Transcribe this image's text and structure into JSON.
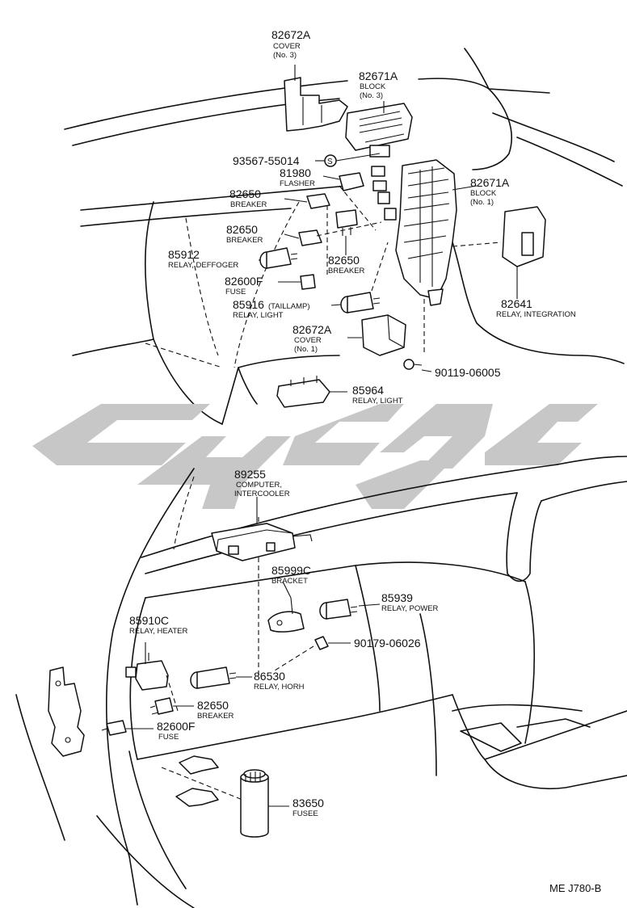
{
  "diagram_ref": "ME J780-B",
  "watermark": "",
  "parts": [
    {
      "id": "cover-no3",
      "number": "82672A",
      "name": [
        "COVER",
        "(No. 3)"
      ]
    },
    {
      "id": "block-no3",
      "number": "82671A",
      "name": [
        "BLOCK",
        "(No. 3)"
      ]
    },
    {
      "id": "screw",
      "number": "93567-55014",
      "name": []
    },
    {
      "id": "flasher",
      "number": "81980",
      "name": [
        "FLASHER"
      ]
    },
    {
      "id": "block-no1",
      "number": "82671A",
      "name": [
        "BLOCK",
        "(No. 1)"
      ]
    },
    {
      "id": "breaker-1",
      "number": "82650",
      "name": [
        "BREAKER"
      ]
    },
    {
      "id": "breaker-2",
      "number": "82650",
      "name": [
        "BREAKER"
      ]
    },
    {
      "id": "relay-deffoger",
      "number": "85912",
      "name": [
        "RELAY, DEFFOGER"
      ]
    },
    {
      "id": "breaker-3",
      "number": "82650",
      "name": [
        "BREAKER"
      ]
    },
    {
      "id": "fuse-1",
      "number": "82600F",
      "name": [
        "FUSE"
      ]
    },
    {
      "id": "relay-light-1",
      "number": "85916",
      "suffix": "(TAILLAMP)",
      "name": [
        "RELAY, LIGHT"
      ]
    },
    {
      "id": "relay-integration",
      "number": "82641",
      "name": [
        "RELAY, INTEGRATION"
      ]
    },
    {
      "id": "cover-no1",
      "number": "82672A",
      "name": [
        "COVER",
        "(No. 1)"
      ]
    },
    {
      "id": "bolt",
      "number": "90119-06005",
      "name": []
    },
    {
      "id": "relay-light-2",
      "number": "85964",
      "name": [
        "RELAY, LIGHT"
      ]
    },
    {
      "id": "computer-intercooler",
      "number": "89255",
      "name": [
        "COMPUTER,",
        "INTERCOOLER"
      ]
    },
    {
      "id": "bracket",
      "number": "85999C",
      "name": [
        "BRACKET"
      ]
    },
    {
      "id": "relay-power",
      "number": "85939",
      "name": [
        "RELAY, POWER"
      ]
    },
    {
      "id": "clip",
      "number": "90179-06026",
      "name": []
    },
    {
      "id": "relay-heater",
      "number": "85910C",
      "name": [
        "RELAY, HEATER"
      ]
    },
    {
      "id": "relay-horn",
      "number": "86530",
      "name": [
        "RELAY, HORH"
      ]
    },
    {
      "id": "breaker-4",
      "number": "82650",
      "name": [
        "BREAKER"
      ]
    },
    {
      "id": "fuse-2",
      "number": "82600F",
      "name": [
        "FUSE"
      ]
    },
    {
      "id": "fusee",
      "number": "83650",
      "name": [
        "FUSEE"
      ]
    }
  ]
}
